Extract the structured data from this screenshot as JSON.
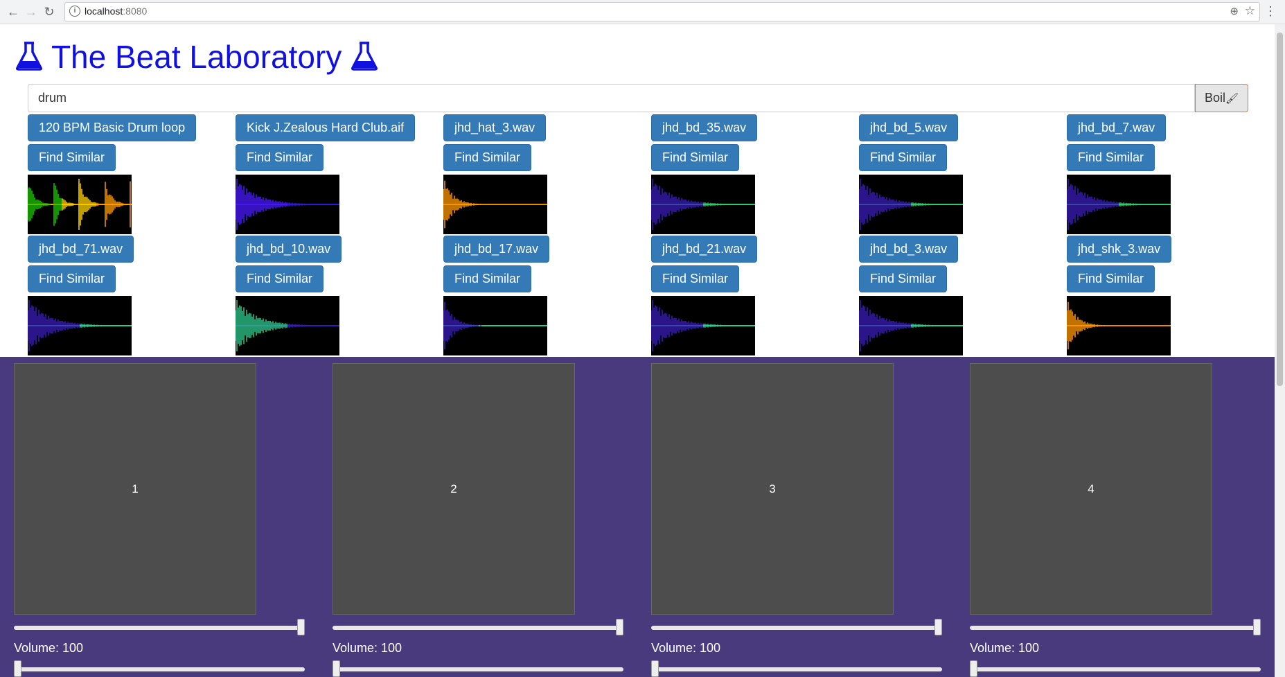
{
  "browser": {
    "url_host": "localhost",
    "url_port": ":8080",
    "back_icon": "←",
    "forward_icon": "→",
    "reload_icon": "↻",
    "info_icon": "i",
    "zoom_icon": "⊕",
    "star_icon": "☆",
    "menu_icon": "⋮"
  },
  "page": {
    "title": "The Beat Laboratory",
    "search_value": "drum",
    "boil_label": "Boil",
    "boil_icon": "🖌"
  },
  "samples": [
    {
      "name": "120 BPM Basic Drum loop",
      "similar": "Find Similar",
      "wave_colors": [
        "#1ec400",
        "#ffd400",
        "#ff9a00"
      ]
    },
    {
      "name": "Kick J.Zealous Hard Club.aif",
      "similar": "Find Similar",
      "wave_colors": [
        "#4b19ff",
        "#2a1ad0"
      ]
    },
    {
      "name": "jhd_hat_3.wav",
      "similar": "Find Similar",
      "wave_colors": [
        "#ff9900",
        "#e68a00"
      ]
    },
    {
      "name": "jhd_bd_35.wav",
      "similar": "Find Similar",
      "wave_colors": [
        "#3a1ab8",
        "#2eca6a"
      ]
    },
    {
      "name": "jhd_bd_5.wav",
      "similar": "Find Similar",
      "wave_colors": [
        "#3a1ab8",
        "#2eca6a"
      ]
    },
    {
      "name": "jhd_bd_7.wav",
      "similar": "Find Similar",
      "wave_colors": [
        "#3a1ab8",
        "#2eca6a"
      ]
    },
    {
      "name": "jhd_bd_71.wav",
      "similar": "Find Similar",
      "wave_colors": [
        "#3a1ab8",
        "#2ec98a"
      ]
    },
    {
      "name": "jhd_bd_10.wav",
      "similar": "Find Similar",
      "wave_colors": [
        "#2ec98a",
        "#3a1ab8"
      ]
    },
    {
      "name": "jhd_bd_17.wav",
      "similar": "Find Similar",
      "wave_colors": [
        "#3a1ab8",
        "#2ec98a"
      ]
    },
    {
      "name": "jhd_bd_21.wav",
      "similar": "Find Similar",
      "wave_colors": [
        "#3a1ab8",
        "#2ec98a"
      ]
    },
    {
      "name": "jhd_bd_3.wav",
      "similar": "Find Similar",
      "wave_colors": [
        "#3a1ab8",
        "#2ec98a"
      ]
    },
    {
      "name": "jhd_shk_3.wav",
      "similar": "Find Similar",
      "wave_colors": [
        "#ff9900",
        "#e68a00"
      ]
    }
  ],
  "pads": [
    {
      "label": "1",
      "volume_label": "Volume: 100",
      "volume": 100,
      "second_slider": 0
    },
    {
      "label": "2",
      "volume_label": "Volume: 100",
      "volume": 100,
      "second_slider": 0
    },
    {
      "label": "3",
      "volume_label": "Volume: 100",
      "volume": 100,
      "second_slider": 0
    },
    {
      "label": "4",
      "volume_label": "Volume: 100",
      "volume": 100,
      "second_slider": 0
    }
  ],
  "colors": {
    "title": "#1010e0",
    "button_primary": "#337ab7",
    "pad_area": "#483a7c",
    "pad": "#4d4d4d",
    "boil_border": "#e4743a"
  }
}
